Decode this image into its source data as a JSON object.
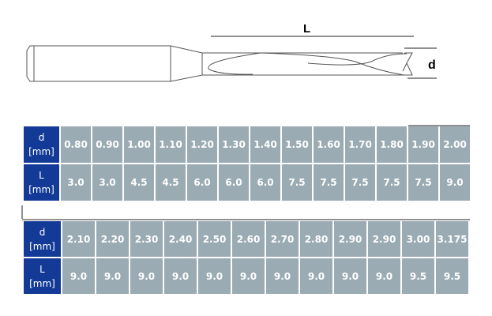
{
  "drawing": {
    "length_label": "L",
    "diameter_label": "d"
  },
  "header": {
    "d": "d",
    "L": "L",
    "unit": "[mm]"
  },
  "table1": {
    "d": [
      "0.80",
      "0.90",
      "1.00",
      "1.10",
      "1.20",
      "1.30",
      "1.40",
      "1.50",
      "1.60",
      "1.70",
      "1.80",
      "1.90",
      "2.00"
    ],
    "L": [
      "3.0",
      "3.0",
      "4.5",
      "4.5",
      "6.0",
      "6.0",
      "6.0",
      "7.5",
      "7.5",
      "7.5",
      "7.5",
      "7.5",
      "9.0"
    ]
  },
  "table2": {
    "d": [
      "2.10",
      "2.20",
      "2.30",
      "2.40",
      "2.50",
      "2.60",
      "2.70",
      "2.80",
      "2.90",
      "2.90",
      "3.00",
      "3.175"
    ],
    "L": [
      "9.0",
      "9.0",
      "9.0",
      "9.0",
      "9.0",
      "9.0",
      "9.0",
      "9.0",
      "9.0",
      "9.0",
      "9.5",
      "9.5"
    ]
  },
  "colors": {
    "header": "#123a96",
    "cell": "#9aabb3"
  }
}
